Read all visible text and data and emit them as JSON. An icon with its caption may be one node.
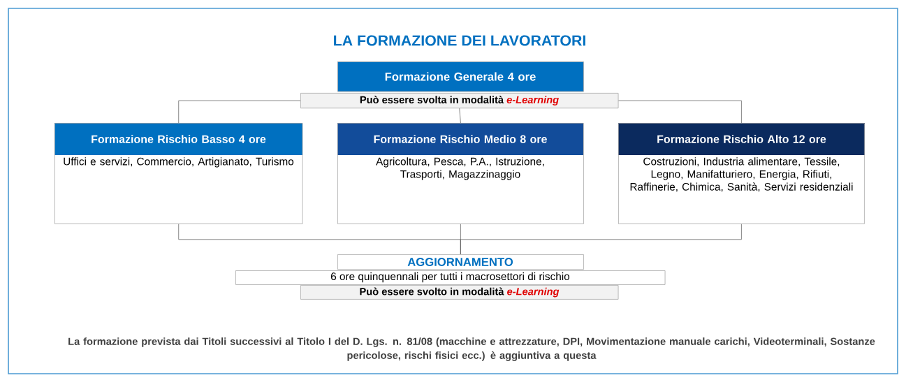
{
  "diagram": {
    "title": "LA FORMAZIONE DEI LAVORATORI",
    "nodes": [
      {
        "text": [
          "Formazione Generale 4 ore"
        ]
      },
      {
        "text": [
          "Può essere svolta in modalità",
          "e-Learning"
        ]
      },
      {
        "text": [
          "Formazione Rischio Basso 4 ore",
          "Uffici e servizi, Commercio, Artigianato, Turismo"
        ]
      },
      {
        "text": [
          "Formazione Rischio Medio 8 ore",
          "Agricoltura, Pesca, P.A., Istruzione, Trasporti, Magazzinaggio"
        ]
      },
      {
        "text": [
          "Formazione Rischio Alto 12 ore",
          "Costruzioni, Industria alimentare, Tessile, Legno, Manifatturiero, Energia, Rifiuti, Raffinerie, Chimica, Sanità, Servizi residenziali"
        ]
      },
      {
        "text": [
          "AGGIORNAMENTO"
        ]
      },
      {
        "text": [
          "6 ore quinquennali per tutti i macrosettori di rischio"
        ]
      },
      {
        "text": [
          "Può essere svolto in modalità",
          "e-Learning"
        ]
      }
    ],
    "edges": [
      {
        "from": 1,
        "to": 2,
        "arrow": "none"
      },
      {
        "from": 1,
        "to": 3,
        "arrow": "none"
      },
      {
        "from": 1,
        "to": 4,
        "arrow": "none"
      },
      {
        "from": 2,
        "to": 5,
        "arrow": "none"
      },
      {
        "from": 3,
        "to": 5,
        "arrow": "none"
      },
      {
        "from": 4,
        "to": 5,
        "arrow": "none"
      }
    ],
    "caption": "La formazione prevista dai Titoli successivi al Titolo I del D. Lgs. n. 81/08 (macchine e attrezzature, DPI, Movimentazione manuale carichi, Videoterminali, Sostanze pericolose, rischi fisici ecc.) è aggiuntiva a questa"
  }
}
